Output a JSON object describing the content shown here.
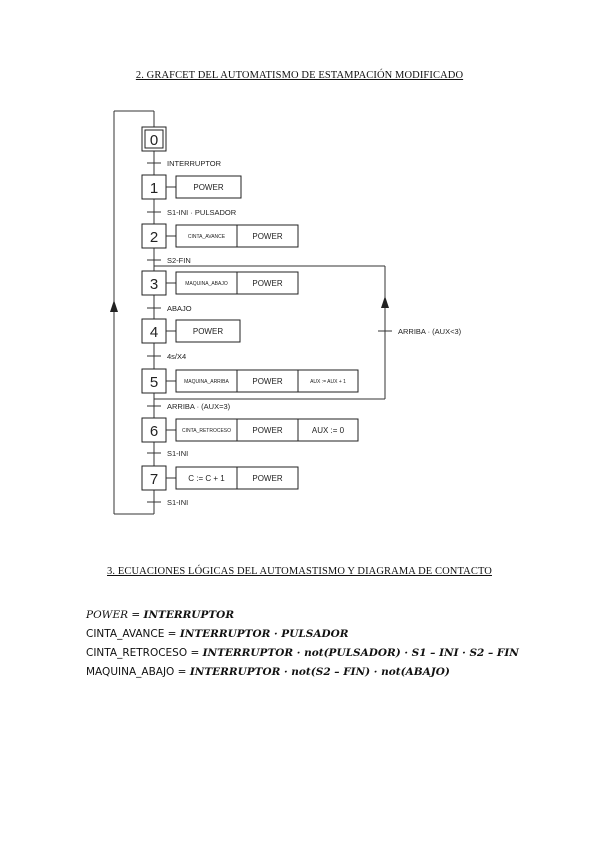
{
  "section2": {
    "title": "2. GRAFCET DEL AUTOMATISMO DE ESTAMPACIÓN MODIFICADO"
  },
  "grafcet": {
    "steps": [
      {
        "num": "0",
        "initial": true,
        "actions": []
      },
      {
        "num": "1",
        "actions": [
          "POWER"
        ]
      },
      {
        "num": "2",
        "actions": [
          "CINTA_AVANCE",
          "POWER"
        ]
      },
      {
        "num": "3",
        "actions": [
          "MAQUINA_ABAJO",
          "POWER"
        ]
      },
      {
        "num": "4",
        "actions": [
          "POWER"
        ]
      },
      {
        "num": "5",
        "actions": [
          "MAQUINA_ARRIBA",
          "POWER",
          "AUX := AUX + 1"
        ]
      },
      {
        "num": "6",
        "actions": [
          "CINTA_RETROCESO",
          "POWER",
          "AUX := 0"
        ]
      },
      {
        "num": "7",
        "actions": [
          "C := C + 1",
          "POWER"
        ]
      }
    ],
    "transitions": [
      "INTERRUPTOR",
      "S1-INI · PULSADOR",
      "S2-FIN",
      "ABAJO",
      "4s/X4",
      "ARRIBA · (AUX=3)",
      "S1-INI",
      "S1-INI"
    ],
    "loop_transition": "ARRIBA · (AUX<3)"
  },
  "section3": {
    "title": "3. ECUACIONES LÓGICAS DEL AUTOMASTISMO Y DIAGRAMA DE CONTACTO",
    "equations": [
      {
        "lhs": "POWER",
        "rhs": "INTERRUPTOR"
      },
      {
        "lhs": "CINTA_AVANCE",
        "rhs": "INTERRUPTOR · PULSADOR"
      },
      {
        "lhs": "CINTA_RETROCESO",
        "rhs": "INTERRUPTOR · not(PULSADOR) · S1 – INI · S2 – FIN"
      },
      {
        "lhs": "MAQUINA_ABAJO",
        "rhs": "INTERRUPTOR · not(S2 – FIN) · not(ABAJO)"
      }
    ]
  }
}
